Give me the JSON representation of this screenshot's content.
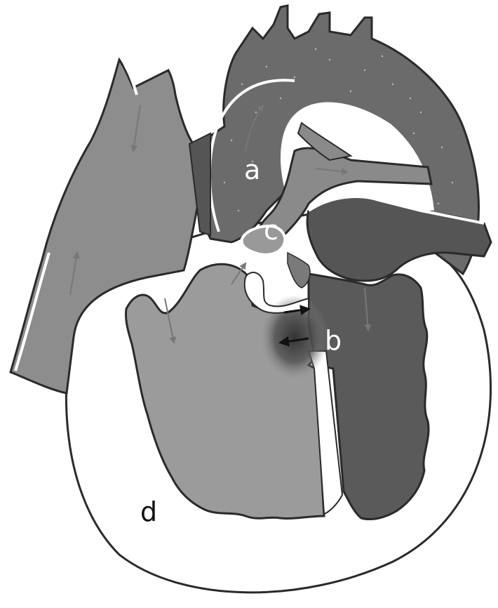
{
  "figure": {
    "labels": {
      "a": "a",
      "b": "b",
      "c": "c",
      "d": "d"
    }
  },
  "colors": {
    "background": "#ffffff",
    "outline": "#2a2a2a",
    "aorta": "#6b6b6b",
    "left_heart": "#5a5a5a",
    "right_heart": "#9b9b9b",
    "vena_cava": "#8d8d8d",
    "pulmonary": "#8a8a8a",
    "arrow": "#777777",
    "label_light": "#ffffff",
    "label_dark": "#111111"
  }
}
